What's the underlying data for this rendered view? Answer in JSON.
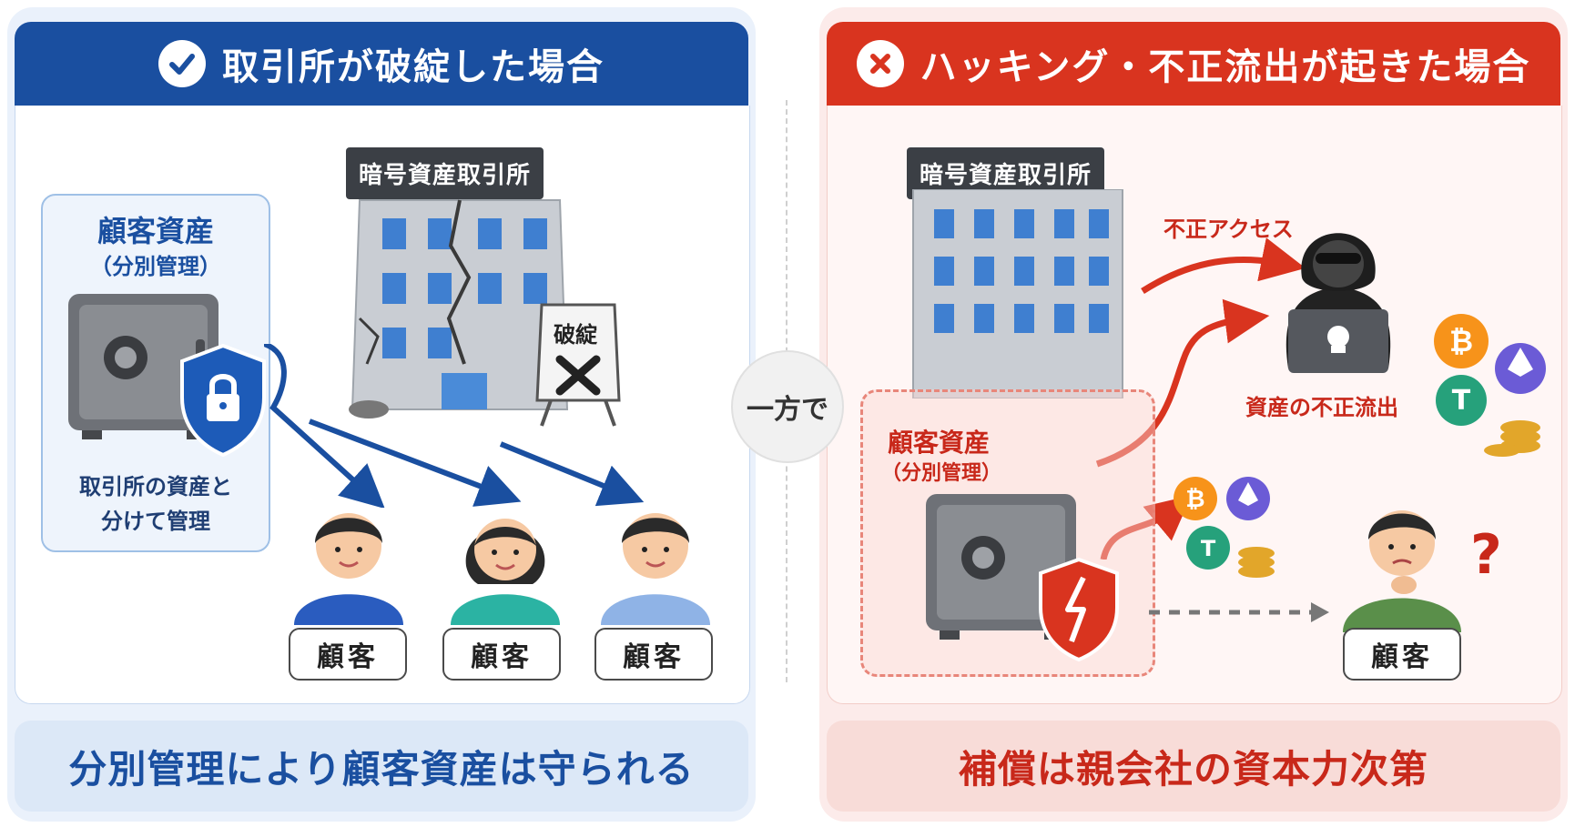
{
  "left_panel": {
    "title": "取引所が破綻した場合",
    "customer_assets_title": "顧客資産",
    "customer_assets_sub": "（分別管理）",
    "separation_note_line1": "取引所の資産と",
    "separation_note_line2": "分けて管理",
    "exchange_sign": "暗号資産取引所",
    "bankrupt_sign": "破綻",
    "customers": [
      "顧客",
      "顧客",
      "顧客"
    ],
    "footer": "分別管理により顧客資産は守られる",
    "accent_color": "#1a4fa0"
  },
  "divider": {
    "label": "一方で"
  },
  "right_panel": {
    "title": "ハッキング・不正流出が起きた場合",
    "exchange_sign": "暗号資産取引所",
    "unauthorized_access": "不正アクセス",
    "asset_outflow": "資産の不正流出",
    "customer_assets_title": "顧客資産",
    "customer_assets_sub": "（分別管理）",
    "customer": "顧客",
    "question_mark": "?",
    "footer": "補償は親会社の資本力次第",
    "accent_color": "#d9341f"
  }
}
